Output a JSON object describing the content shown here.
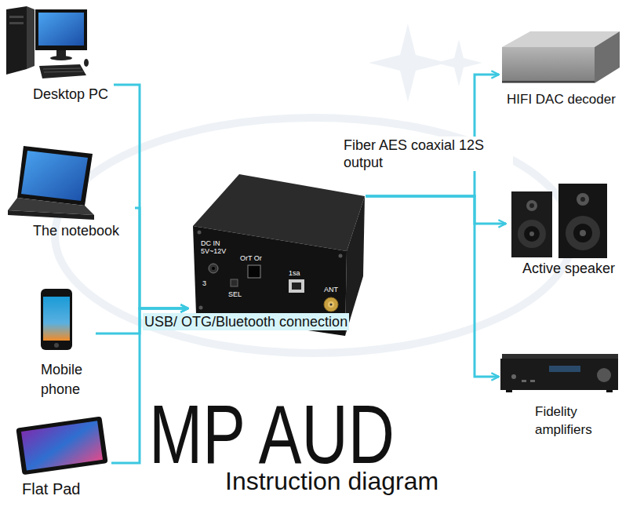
{
  "diagram": {
    "title": "MP AUD",
    "caption": "Instruction diagram",
    "nodes": [
      {
        "text": [
          "Desktop PC"
        ]
      },
      {
        "text": [
          "The notebook"
        ]
      },
      {
        "text": [
          "Mobile phone"
        ]
      },
      {
        "text": [
          "Flat Pad"
        ]
      },
      {
        "text": [
          "DC IN 5V~12V",
          "3",
          "SEL",
          "OrT Or",
          "1sa",
          "ANT"
        ]
      },
      {
        "text": [
          "HIFI DAC decoder"
        ]
      },
      {
        "text": [
          "Active speaker"
        ]
      },
      {
        "text": [
          "Fidelity amplifiers"
        ]
      }
    ],
    "edges": [
      {
        "from": 0,
        "to": 4,
        "arrow": "to"
      },
      {
        "from": 1,
        "to": 4,
        "arrow": "to"
      },
      {
        "from": 2,
        "to": 4,
        "label": "USB/ OTG/Bluetooth connection",
        "arrow": "to"
      },
      {
        "from": 3,
        "to": 4,
        "arrow": "to"
      },
      {
        "from": 4,
        "to": 5,
        "label": "Fiber AES coaxial 12S output",
        "arrow": "to"
      },
      {
        "from": 4,
        "to": 6,
        "arrow": "to"
      },
      {
        "from": 4,
        "to": 7,
        "arrow": "to"
      }
    ]
  }
}
